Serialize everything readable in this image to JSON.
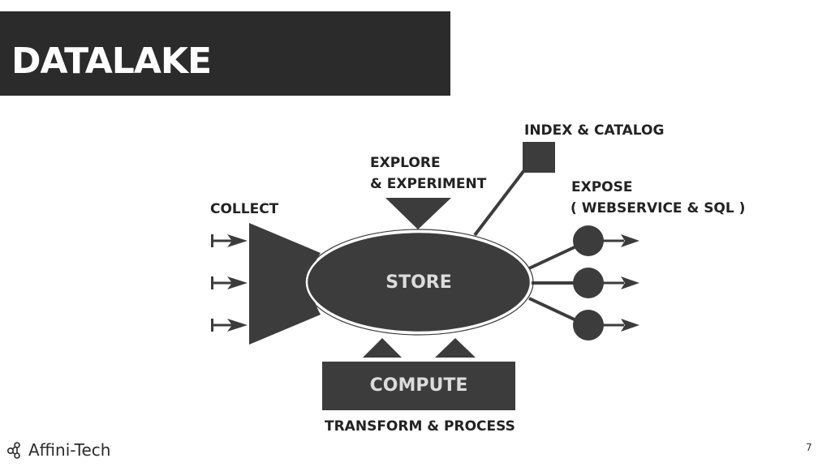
{
  "slide": {
    "title": "DATALAKE",
    "page_number": "7"
  },
  "diagram": {
    "center": "STORE",
    "compute": "COMPUTE",
    "labels": {
      "collect": "COLLECT",
      "explore_line1": "EXPLORE",
      "explore_line2": "& EXPERIMENT",
      "index": "INDEX & CATALOG",
      "expose_line1": "EXPOSE",
      "expose_line2": "( WEBSERVICE & SQL )",
      "transform": "TRANSFORM & PROCESS"
    }
  },
  "logo": {
    "text": "Affini-Tech",
    "icon": "network-nodes-icon"
  },
  "colors": {
    "shape_fill": "#3c3c3c",
    "title_bg": "#2b2b2b",
    "inner_text": "#dcdcdc"
  }
}
